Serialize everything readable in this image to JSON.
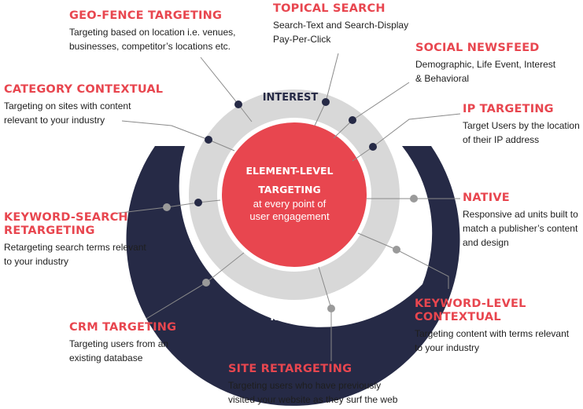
{
  "colors": {
    "accent": "#e8464f",
    "navy": "#262a46",
    "ring_gray": "#d8d8d8",
    "dot_gray": "#9a9a9a",
    "line_gray": "#8a8a8a"
  },
  "center": {
    "line1": "ELEMENT-LEVEL",
    "line2": "TARGETING",
    "sub1": "at every point of",
    "sub2": "user engagement"
  },
  "rings": {
    "inner": "INTEREST",
    "outer": "INTENT"
  },
  "targets": {
    "geofence": {
      "title": "GEO-FENCE TARGETING",
      "desc1": "Targeting based on location i.e. venues,",
      "desc2": "businesses, competitor’s locations etc."
    },
    "topical": {
      "title": "TOPICAL SEARCH",
      "desc1": "Search-Text and Search-Display",
      "desc2": "Pay-Per-Click"
    },
    "social": {
      "title": "SOCIAL NEWSFEED",
      "desc1": "Demographic, Life Event, Interest",
      "desc2": "& Behavioral"
    },
    "category": {
      "title": "CATEGORY CONTEXTUAL",
      "desc1": "Targeting on sites with content",
      "desc2": "relevant to your industry"
    },
    "ip": {
      "title": "IP TARGETING",
      "desc1": "Target Users by the location",
      "desc2": "of their IP address"
    },
    "native": {
      "title": "NATIVE",
      "desc1": "Responsive ad units built to",
      "desc2": "match a publisher’s content",
      "desc3": "and design"
    },
    "kwsearch": {
      "title1": "KEYWORD-SEARCH",
      "title2": "RETARGETING",
      "desc1": "Retargeting search terms relevant",
      "desc2": "to your industry"
    },
    "kwlevel": {
      "title1": "KEYWORD-LEVEL",
      "title2": "CONTEXTUAL",
      "desc1": "Targeting content with terms relevant",
      "desc2": "to your industry"
    },
    "crm": {
      "title": "CRM TARGETING",
      "desc1": "Targeting users from an",
      "desc2": "existing database"
    },
    "site": {
      "title": "SITE RETARGETING",
      "desc1": "Targeting users who have previously",
      "desc2": "visited your website as they surf the web"
    }
  }
}
